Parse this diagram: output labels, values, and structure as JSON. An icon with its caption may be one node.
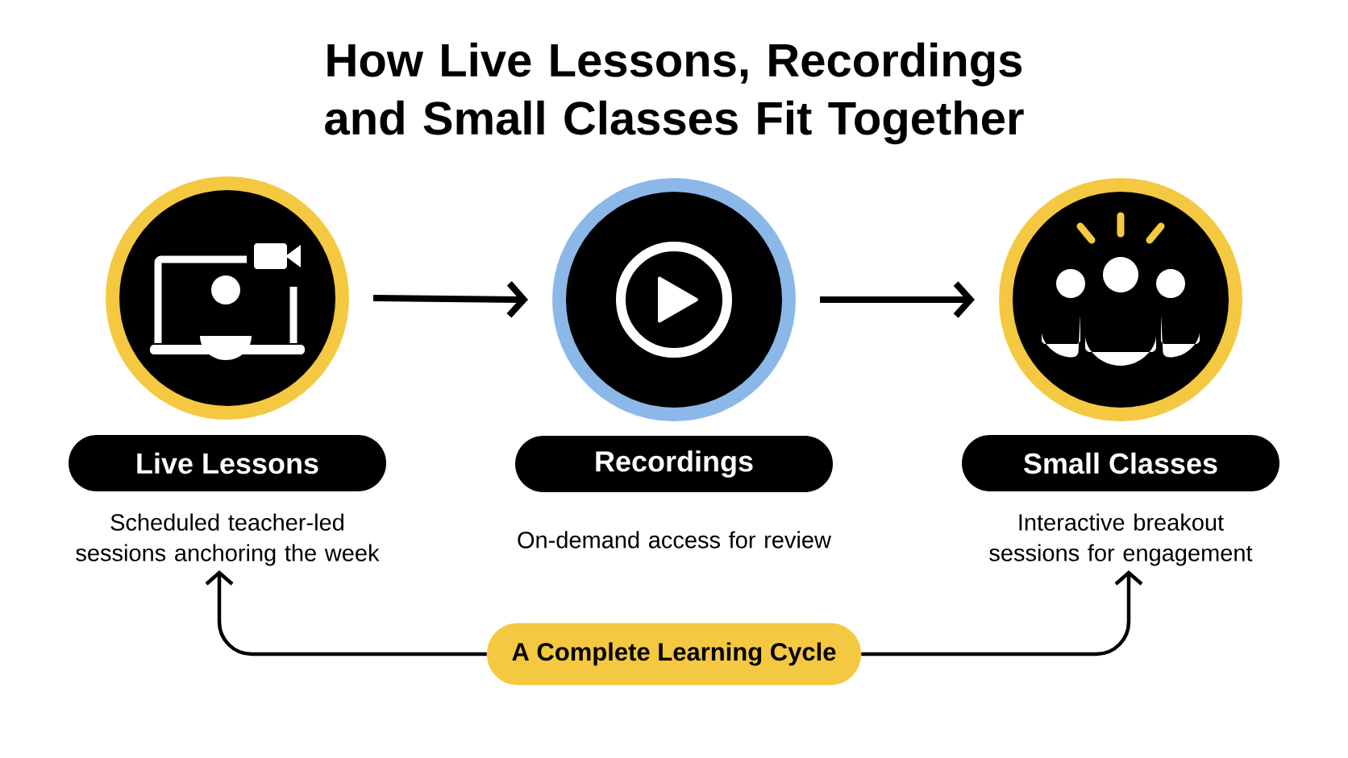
{
  "diagram": {
    "title": "How Live Lessons, Recordings and Small Classes Fit Together",
    "nodes": [
      {
        "text": [],
        "shape": "circle"
      },
      {
        "text": [],
        "shape": "circle"
      },
      {
        "text": [],
        "shape": "circle"
      },
      {
        "text": [
          "Live Lessons"
        ],
        "beside": [
          "Scheduled teacher-led sessions anchoring the week"
        ]
      },
      {
        "text": [
          "Recordings"
        ],
        "beside": [
          "On-demand access for review"
        ]
      },
      {
        "text": [
          "Small Classes"
        ],
        "beside": [
          "Interactive breakout sessions for engagement"
        ]
      },
      {
        "text": [
          "A Complete Learning Cycle"
        ]
      }
    ],
    "edges": [
      {
        "from": 0,
        "to": 1,
        "arrow": "to"
      },
      {
        "from": 1,
        "to": 2,
        "arrow": "to"
      },
      {
        "from": 6,
        "to": 3,
        "arrow": "to"
      },
      {
        "from": 6,
        "to": 5,
        "arrow": "to"
      }
    ]
  }
}
